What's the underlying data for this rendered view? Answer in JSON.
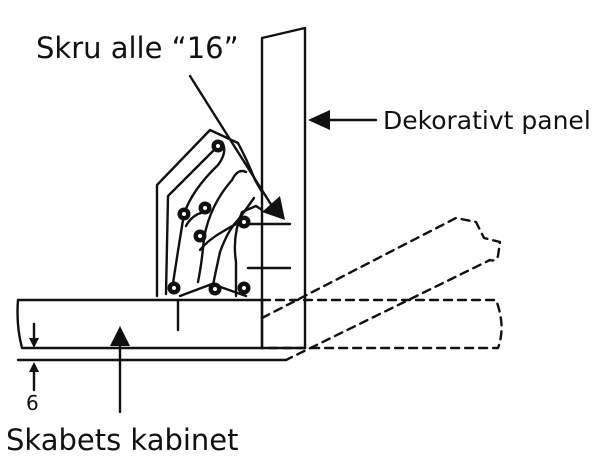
{
  "labels": {
    "screw": "Skru alle “16”",
    "decor_panel": "Dekorativt panel",
    "cabinet": "Skabets kabinet",
    "dimension": "6"
  },
  "colors": {
    "line": "#111111",
    "background": "#ffffff"
  }
}
